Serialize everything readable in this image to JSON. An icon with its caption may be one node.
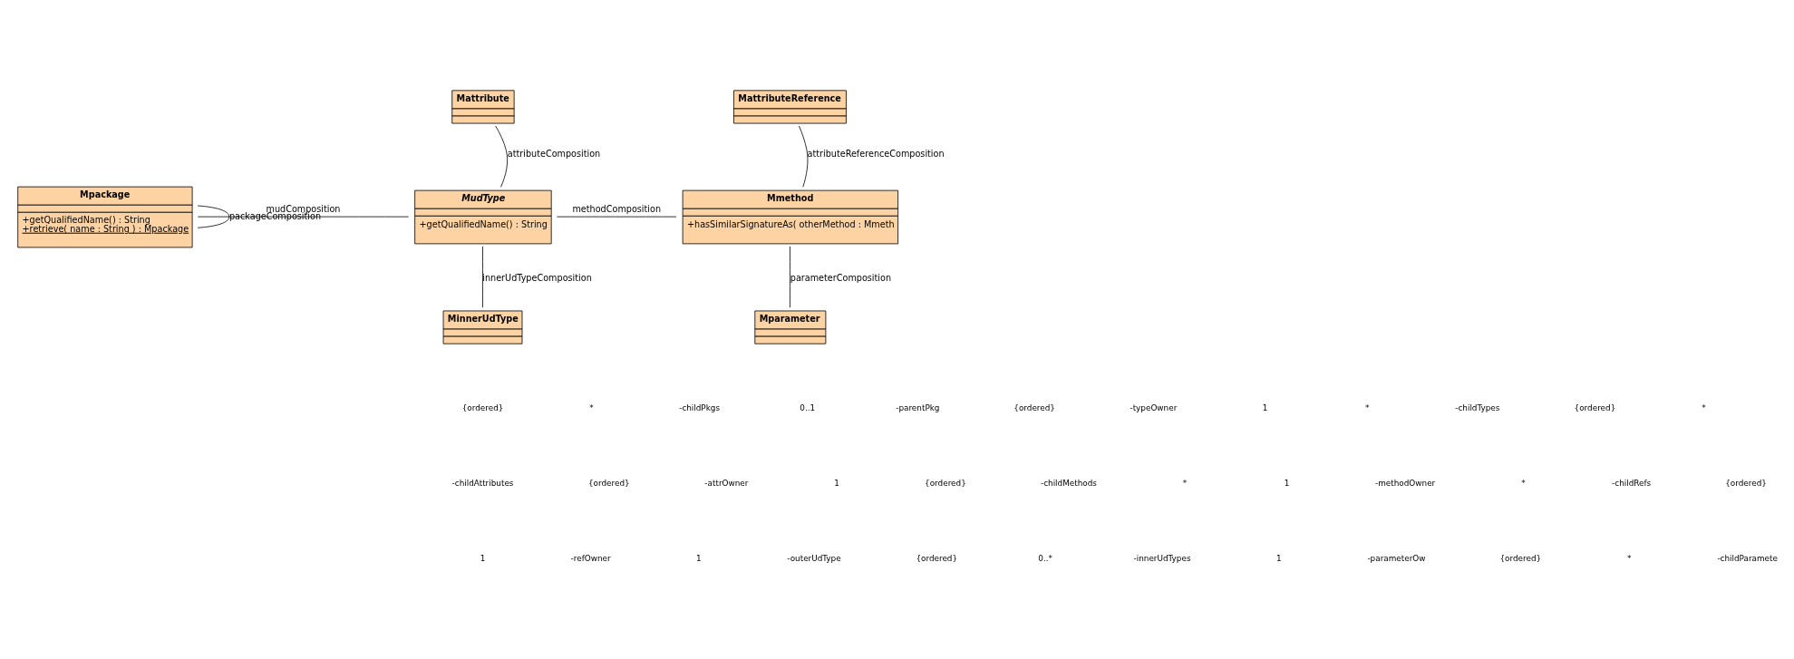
{
  "diagram": {
    "nodes": [
      {
        "text": [
          "Mattribute"
        ]
      },
      {
        "text": [
          "MattributeReference"
        ]
      },
      {
        "text": [
          "Mpackage",
          "+getQualifiedName() : String",
          "+retrieve( name : String ) : Mpackage"
        ]
      },
      {
        "text": [
          "MudType",
          "+getQualifiedName() : String"
        ]
      },
      {
        "text": [
          "Mmethod",
          "+hasSimilarSignatureAs( otherMethod : Mmeth"
        ]
      },
      {
        "text": [
          "MinnerUdType"
        ]
      },
      {
        "text": [
          "Mparameter"
        ]
      }
    ],
    "edges": [
      {
        "from": 2,
        "to": 2,
        "arrow": "none",
        "label": "packageComposition"
      },
      {
        "from": 2,
        "to": 3,
        "arrow": "none",
        "label": "mudComposition"
      },
      {
        "from": 3,
        "to": 0,
        "arrow": "none",
        "label": "attributeComposition"
      },
      {
        "from": 3,
        "to": 4,
        "arrow": "none",
        "label": "methodComposition"
      },
      {
        "from": 4,
        "to": 1,
        "arrow": "none",
        "label": "attributeReferenceComposition"
      },
      {
        "from": 3,
        "to": 5,
        "arrow": "none",
        "label": "innerUdTypeComposition"
      },
      {
        "from": 4,
        "to": 6,
        "arrow": "none",
        "label": "parameterComposition"
      }
    ],
    "labels": [
      "{ordered}",
      "*",
      "-childPkgs",
      "0..1",
      "-parentPkg",
      "{ordered}",
      "-typeOwner",
      "1",
      "*",
      "-childTypes",
      "{ordered}",
      "*",
      "-childAttributes",
      "{ordered}",
      "-attrOwner",
      "1",
      "{ordered}",
      "-childMethods",
      "*",
      "1",
      "-methodOwner",
      "*",
      "-childRefs",
      "{ordered}",
      "1",
      "-refOwner",
      "1",
      "-outerUdType",
      "{ordered}",
      "0..*",
      "-innerUdTypes",
      "1",
      "-parameterOw",
      "{ordered}",
      "*",
      "-childParamete"
    ]
  }
}
